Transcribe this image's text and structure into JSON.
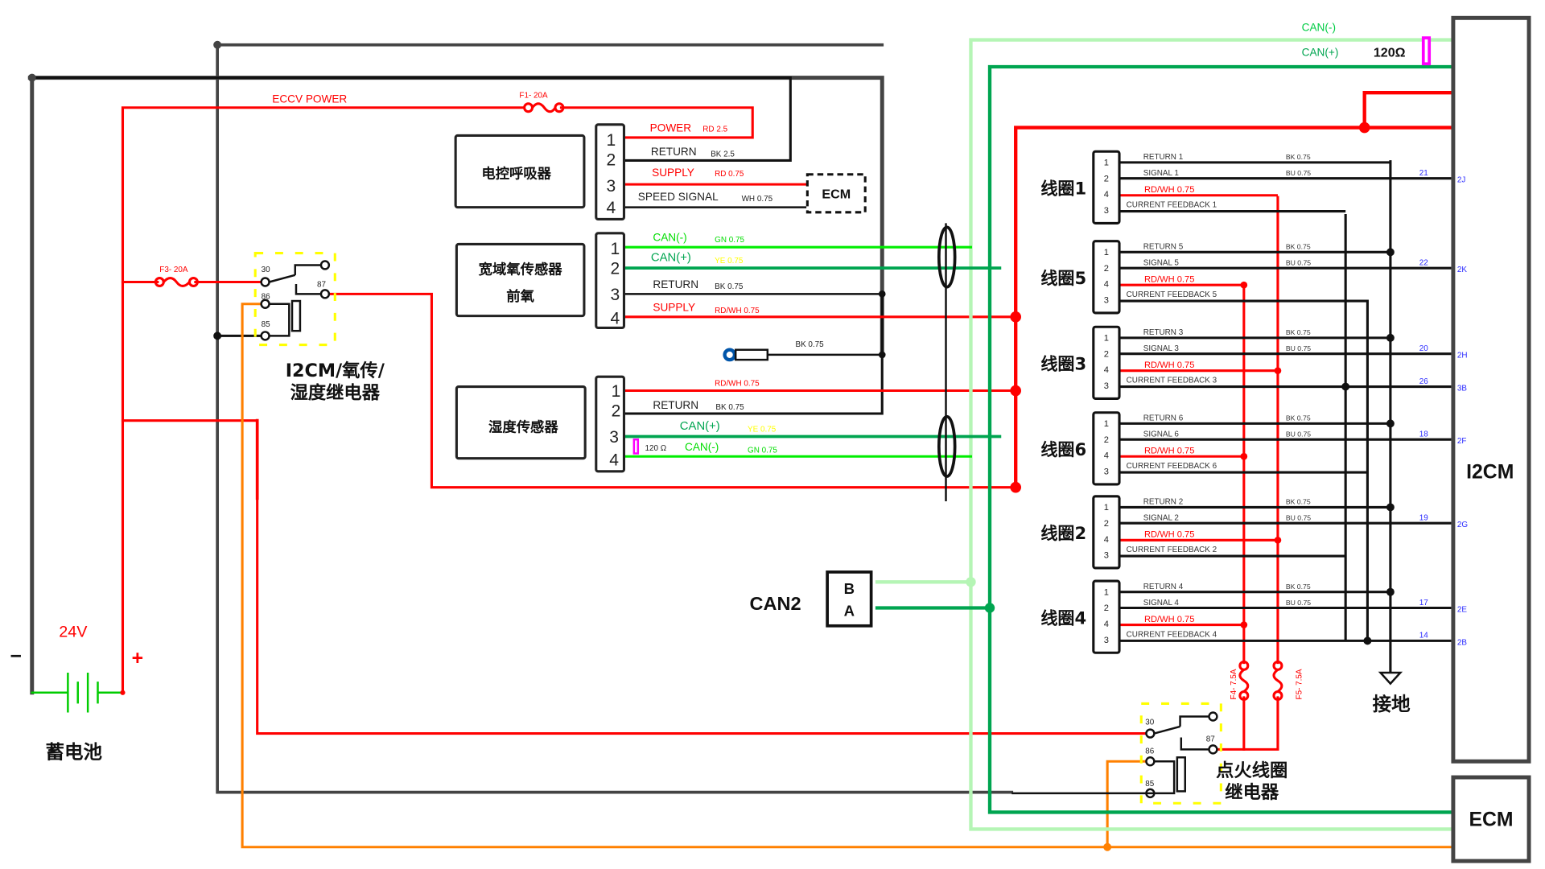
{
  "colors": {
    "black": "#111111",
    "gray": "#444444",
    "red": "#ff0000",
    "green": "#00ee00",
    "dkgreen": "#00a550",
    "ltgreen": "#b5f5b5",
    "orange": "#ff8000",
    "yellow": "#ffff00",
    "blue": "#2b2bff",
    "magenta": "#ff00ff",
    "navy": "#0055aa"
  },
  "battery": {
    "label": "蓄电池",
    "voltage": "24V",
    "minus": "−",
    "plus": "+"
  },
  "fuses": {
    "f1": "F1-  20A",
    "f3": "F3- 20A",
    "f4": "F4- 7.5A",
    "f5": "F5- 7.5A"
  },
  "eccv_power": "ECCV POWER",
  "relay1": {
    "label_line1": "I2CM/氧传/",
    "label_line2": "湿度继电器",
    "pins": [
      "30",
      "87",
      "86",
      "85"
    ]
  },
  "relay2": {
    "label_line1": "点火线圈",
    "label_line2": "继电器",
    "pins": [
      "30",
      "87",
      "86",
      "85"
    ]
  },
  "breather": {
    "name": "电控呼吸器",
    "pins": [
      "1",
      "2",
      "3",
      "4"
    ],
    "wires": [
      {
        "signal": "POWER",
        "spec": "RD 2.5"
      },
      {
        "signal": "RETURN",
        "spec": "BK 2.5"
      },
      {
        "signal": "SUPPLY",
        "spec": "RD 0.75"
      },
      {
        "signal": "SPEED SIGNAL",
        "spec": "WH 0.75"
      }
    ],
    "ecm_box": "ECM"
  },
  "o2sensor": {
    "name_line1": "宽域氧传感器",
    "name_line2": "前氧",
    "pins": [
      "1",
      "2",
      "3",
      "4"
    ],
    "wires": [
      {
        "signal": "CAN(-)",
        "spec": "GN 0.75"
      },
      {
        "signal": "CAN(+)",
        "spec": "YE 0.75"
      },
      {
        "signal": "RETURN",
        "spec": "BK 0.75"
      },
      {
        "signal": "SUPPLY",
        "spec": "RD/WH 0.75"
      }
    ]
  },
  "ground_lug": {
    "spec": "BK 0.75"
  },
  "humidity": {
    "name": "湿度传感器",
    "pins": [
      "1",
      "2",
      "3",
      "4"
    ],
    "wires": [
      {
        "signal": "",
        "spec": "RD/WH 0.75"
      },
      {
        "signal": "RETURN",
        "spec": "BK 0.75"
      },
      {
        "signal": "CAN(+)",
        "spec": "YE 0.75"
      },
      {
        "signal": "CAN(-)",
        "spec": "GN 0.75"
      }
    ],
    "resistor": "120 Ω"
  },
  "can_bus": {
    "can_minus": "CAN(-)",
    "can_plus": "CAN(+)",
    "terminator": "120Ω"
  },
  "can2": {
    "label": "CAN2",
    "pin_b": "B",
    "pin_a": "A"
  },
  "coils": [
    {
      "name": "线圈1",
      "n": "1",
      "ret_spec": "BK 0.75",
      "sig_spec": "BU 0.75",
      "pin": "21",
      "ecu_pin": "2J"
    },
    {
      "name": "线圈5",
      "n": "5",
      "ret_spec": "BK 0.75",
      "sig_spec": "BU 0.75",
      "pin": "22",
      "ecu_pin": "2K"
    },
    {
      "name": "线圈3",
      "n": "3",
      "ret_spec": "BK 0.75",
      "sig_spec": "BU 0.75",
      "pin": "20",
      "ecu_pin": "2H",
      "fb_pin": "26",
      "fb_ecu_pin": "3B"
    },
    {
      "name": "线圈6",
      "n": "6",
      "ret_spec": "BK 0.75",
      "sig_spec": "BU 0.75",
      "pin": "18",
      "ecu_pin": "2F"
    },
    {
      "name": "线圈2",
      "n": "2",
      "ret_spec": "BK 0.75",
      "sig_spec": "BU 0.75",
      "pin": "19",
      "ecu_pin": "2G"
    },
    {
      "name": "线圈4",
      "n": "4",
      "ret_spec": "BK 0.75",
      "sig_spec": "BU 0.75",
      "pin": "17",
      "ecu_pin": "2E",
      "fb_pin": "14",
      "fb_ecu_pin": "2B"
    }
  ],
  "coil_common": {
    "pins": [
      "1",
      "2",
      "4",
      "3"
    ],
    "return": "RETURN",
    "signal": "SIGNAL",
    "supply": "RD/WH 0.75",
    "feedback": "CURRENT FEEDBACK"
  },
  "ground": {
    "label": "接地"
  },
  "modules": {
    "i2cm": "I2CM",
    "ecm": "ECM"
  }
}
